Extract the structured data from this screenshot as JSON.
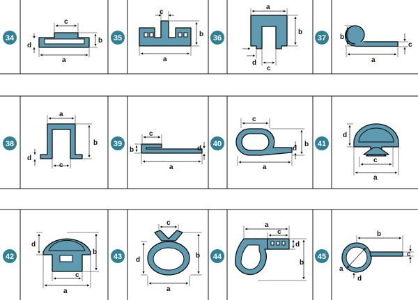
{
  "colors": {
    "profile": "#5f9ab0",
    "badge": "#2f7f95",
    "line": "#111111",
    "background": "#ffffff"
  },
  "cells": [
    {
      "id": "34",
      "labels": [
        "a",
        "b",
        "c",
        "d"
      ]
    },
    {
      "id": "35",
      "labels": [
        "a",
        "b",
        "c"
      ]
    },
    {
      "id": "36",
      "labels": [
        "a",
        "b",
        "c",
        "d"
      ]
    },
    {
      "id": "37",
      "labels": [
        "a",
        "b",
        "c"
      ]
    },
    {
      "id": "38",
      "labels": [
        "a",
        "b",
        "c",
        "d"
      ]
    },
    {
      "id": "39",
      "labels": [
        "a",
        "b",
        "c",
        "d"
      ]
    },
    {
      "id": "40",
      "labels": [
        "a",
        "b",
        "c",
        "d"
      ]
    },
    {
      "id": "41",
      "labels": [
        "a",
        "c",
        "d"
      ]
    },
    {
      "id": "42",
      "labels": [
        "a",
        "b",
        "c",
        "d"
      ]
    },
    {
      "id": "43",
      "labels": [
        "a",
        "b",
        "c",
        "d"
      ]
    },
    {
      "id": "44",
      "labels": [
        "a",
        "b",
        "c",
        "d"
      ]
    },
    {
      "id": "45",
      "labels": [
        "a",
        "b",
        "c",
        "d"
      ]
    }
  ]
}
